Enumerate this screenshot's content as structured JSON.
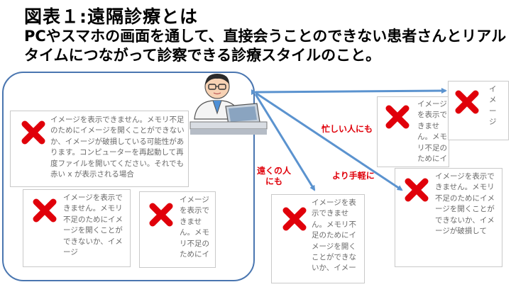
{
  "slide": {
    "title": "図表１:遠隔診療とは",
    "subtitle": "PCやスマホの画面を通して、直接会うことのできない患者さんとリアルタイムにつながって診察できる診療スタイルのこと。"
  },
  "callouts": {
    "busy": "忙しい人にも",
    "far_line1": "遠くの人",
    "far_line2": "にも",
    "easy": "より手軽に"
  },
  "broken_images": {
    "left_large": "イメージを表示できません。メモリ不足のためにイメージを開くことができないか、イメージが破損している可能性があります。コンピューターを再起動して再度ファイルを開いてください。それでも赤い x が表示される場合",
    "left_bottom_a": "イメージを表示できません。メモリ不足のためにイメージを開くことができないか、イメージ",
    "left_bottom_b": "イメージを表示できません。メモリ不足のためにイ",
    "right_top_a": "イメージを表示できません。メモリ不足のためにイ",
    "right_top_b": "イメージ",
    "center_bottom": "イメージを表示できません。メモリ不足のためにイメージを開くことができないか、イメー",
    "right_bottom": "イメージを表示できません。メモリ不足のためにイメージを開くことができないか、イメージが破損して"
  },
  "colors": {
    "frame": "#4a76b0",
    "arrow": "#5b93cf",
    "callout": "#e0000a",
    "broken_x": "#e0000a"
  },
  "icons": {
    "broken_image": "red-x-icon",
    "doctor": "doctor-with-laptop-illustration"
  }
}
